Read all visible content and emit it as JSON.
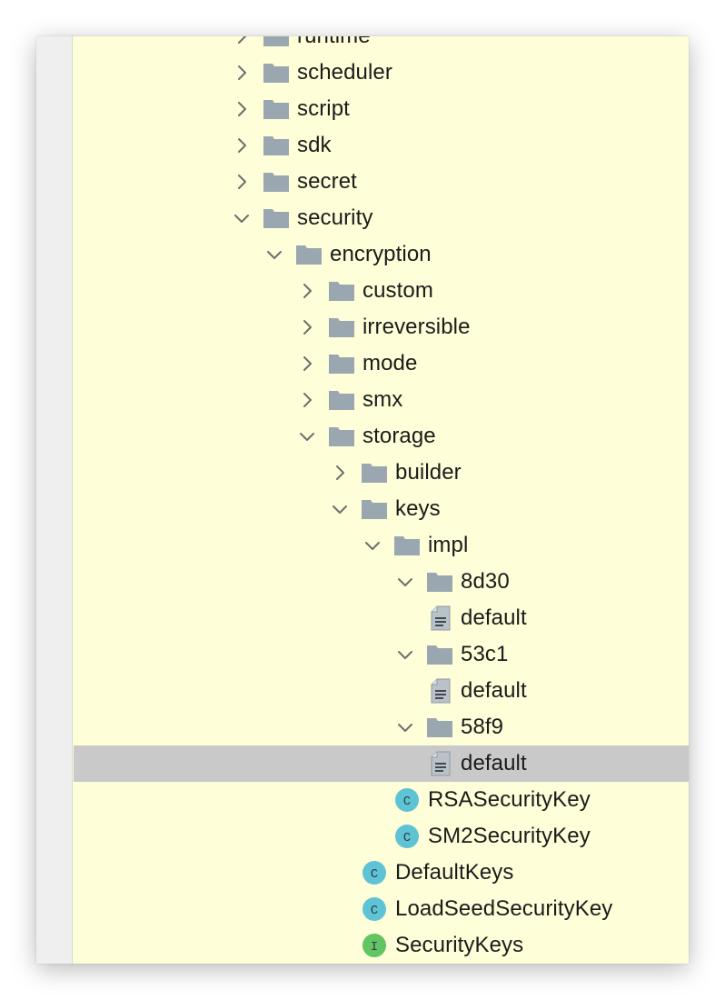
{
  "tree": {
    "rows": [
      {
        "label": "runtime",
        "kind": "folder",
        "expanded": false,
        "depth": 0
      },
      {
        "label": "scheduler",
        "kind": "folder",
        "expanded": false,
        "depth": 0
      },
      {
        "label": "script",
        "kind": "folder",
        "expanded": false,
        "depth": 0
      },
      {
        "label": "sdk",
        "kind": "folder",
        "expanded": false,
        "depth": 0
      },
      {
        "label": "secret",
        "kind": "folder",
        "expanded": false,
        "depth": 0
      },
      {
        "label": "security",
        "kind": "folder",
        "expanded": true,
        "depth": 0
      },
      {
        "label": "encryption",
        "kind": "folder",
        "expanded": true,
        "depth": 1
      },
      {
        "label": "custom",
        "kind": "folder",
        "expanded": false,
        "depth": 2
      },
      {
        "label": "irreversible",
        "kind": "folder",
        "expanded": false,
        "depth": 2
      },
      {
        "label": "mode",
        "kind": "folder",
        "expanded": false,
        "depth": 2
      },
      {
        "label": "smx",
        "kind": "folder",
        "expanded": false,
        "depth": 2
      },
      {
        "label": "storage",
        "kind": "folder",
        "expanded": true,
        "depth": 2
      },
      {
        "label": "builder",
        "kind": "folder",
        "expanded": false,
        "depth": 3
      },
      {
        "label": "keys",
        "kind": "folder",
        "expanded": true,
        "depth": 3
      },
      {
        "label": "impl",
        "kind": "folder",
        "expanded": true,
        "depth": 4
      },
      {
        "label": "8d30",
        "kind": "folder",
        "expanded": true,
        "depth": 5
      },
      {
        "label": "default",
        "kind": "file",
        "depth": 6
      },
      {
        "label": "53c1",
        "kind": "folder",
        "expanded": true,
        "depth": 5
      },
      {
        "label": "default",
        "kind": "file",
        "depth": 6
      },
      {
        "label": "58f9",
        "kind": "folder",
        "expanded": true,
        "depth": 5
      },
      {
        "label": "default",
        "kind": "file",
        "depth": 6,
        "selected": true
      },
      {
        "label": "RSASecurityKey",
        "kind": "class",
        "badge": "C",
        "depth": 5
      },
      {
        "label": "SM2SecurityKey",
        "kind": "class",
        "badge": "C",
        "depth": 5
      },
      {
        "label": "DefaultKeys",
        "kind": "class",
        "badge": "C",
        "depth": 4
      },
      {
        "label": "LoadSeedSecurityKey",
        "kind": "class",
        "badge": "C",
        "depth": 4
      },
      {
        "label": "SecurityKeys",
        "kind": "interface",
        "badge": "I",
        "depth": 4
      }
    ]
  },
  "colors": {
    "background": "#fefed8",
    "selection": "#c9c9c9",
    "folder": "#9aa7b0",
    "chevron": "#6e6e6e",
    "class_badge": "#5fc3d6",
    "interface_badge": "#62c462",
    "text": "#1b1b1b"
  },
  "icons": {
    "collapsed": "chevron-right-icon",
    "expanded": "chevron-down-icon",
    "folder": "folder-icon",
    "file": "text-file-icon",
    "class": "class-icon",
    "interface": "interface-icon"
  }
}
